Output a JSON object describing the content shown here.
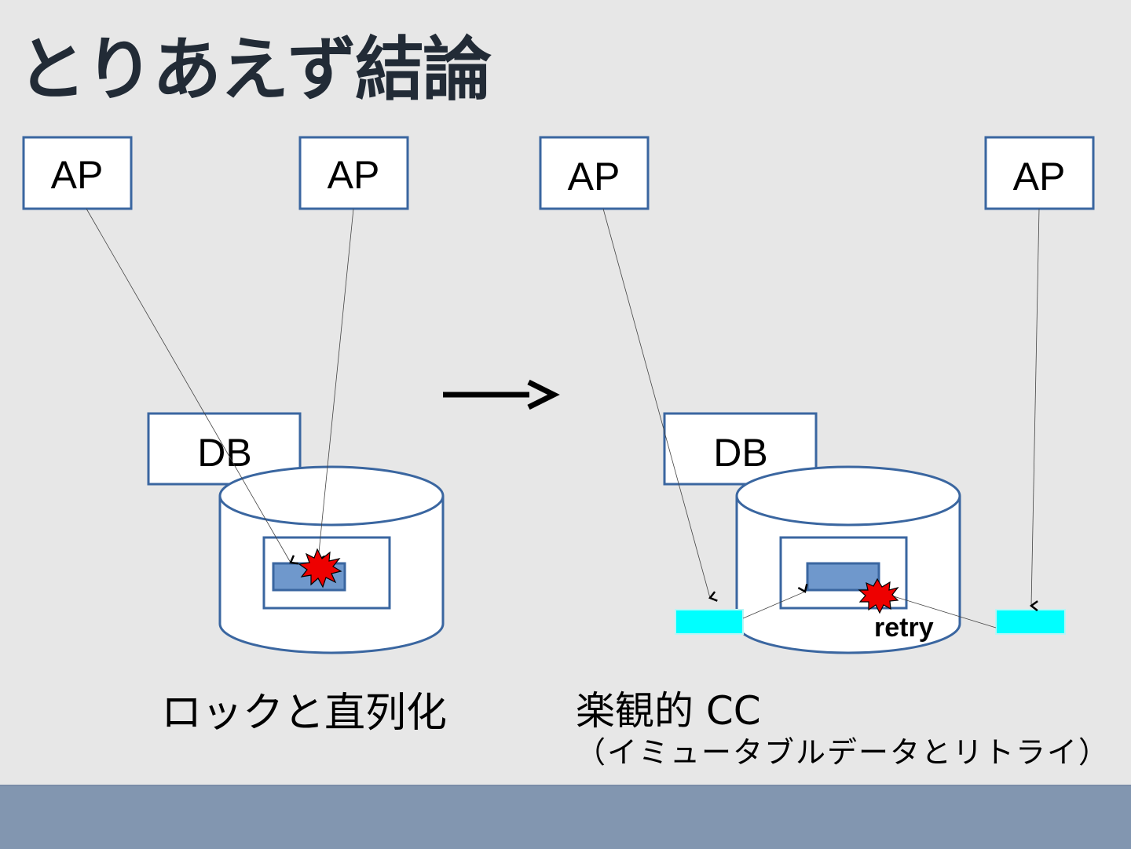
{
  "slide": {
    "title": "とりあえず結論",
    "colors": {
      "background": "#e7e7e7",
      "footer": "#8296b0",
      "box_border": "#3a66a0",
      "record_fill": "#6f98cc",
      "collision": "#ee0000",
      "immutable_copy": "#00ffff",
      "title_text": "#222b36"
    }
  },
  "left_diagram": {
    "ap_labels": [
      "AP",
      "AP"
    ],
    "db_label": "DB",
    "caption": "ロックと直列化"
  },
  "transition_arrow": {
    "icon": "right-arrow-icon"
  },
  "right_diagram": {
    "ap_labels": [
      "AP",
      "AP"
    ],
    "db_label": "DB",
    "retry_label": "retry",
    "caption": "楽観的 CC",
    "subcaption": "（イミュータブルデータとリトライ）"
  }
}
